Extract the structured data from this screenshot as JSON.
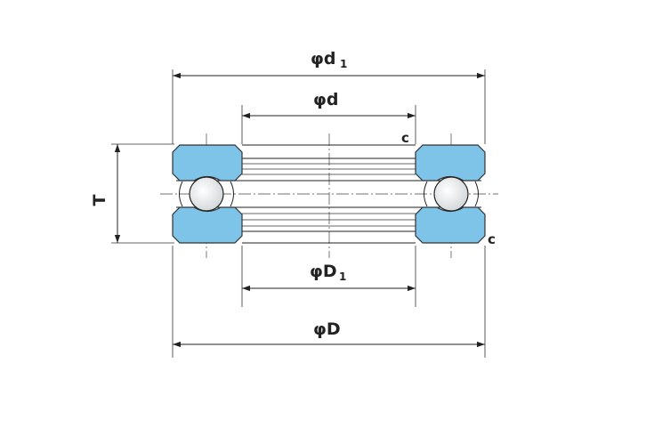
{
  "labels": {
    "outer_top_prefix": "φd",
    "outer_top_sub": "1",
    "inner_top": "φd",
    "inner_bottom_prefix": "φD",
    "inner_bottom_sub": "1",
    "outer_bottom": "φD",
    "height": "T",
    "chamfer_top": "c",
    "chamfer_bottom": "c"
  },
  "colors": {
    "ring_fill": "#7ec3e8",
    "ring_stroke": "#333333",
    "ball_fill": "#f4f4f4",
    "line": "#222222"
  }
}
